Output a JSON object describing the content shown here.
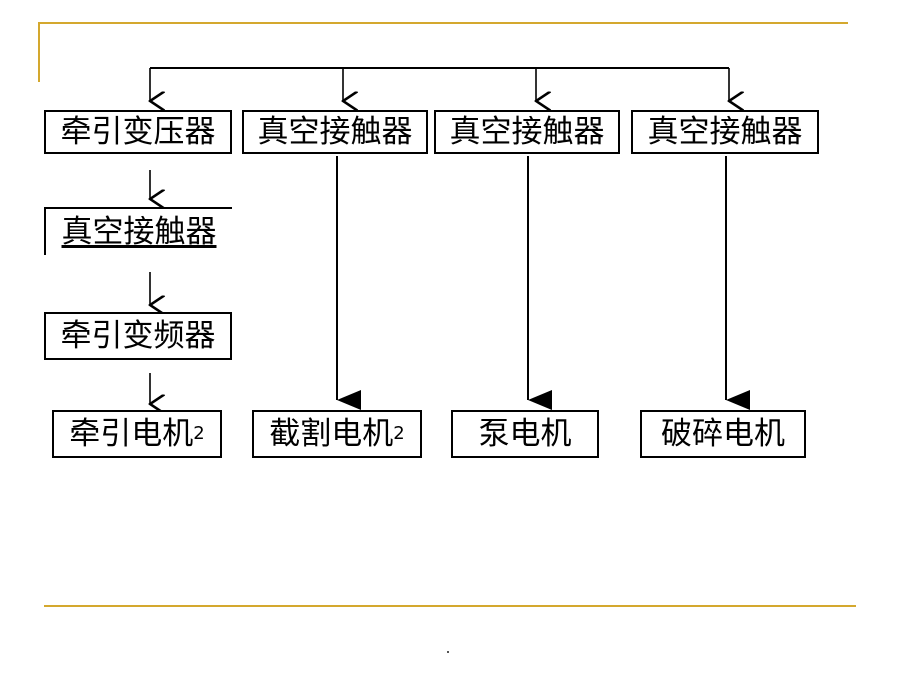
{
  "colors": {
    "accent_rule": "#d4a82e",
    "line": "#000000"
  },
  "left_column": {
    "traction_transformer": "牵引变压器",
    "vacuum_contactor": "真空接触器",
    "traction_inverter": "牵引变频器",
    "traction_motor": {
      "label": "牵引电机",
      "subscript": "2"
    }
  },
  "branches": {
    "cutting": {
      "contactor": "真空接触器",
      "motor": "截割电机",
      "subscript": "2"
    },
    "pump": {
      "contactor": "真空接触器",
      "motor": "泵电机"
    },
    "crusher": {
      "contactor": "真空接触器",
      "motor": "破碎电机"
    }
  },
  "footer": {
    "dot": "."
  }
}
